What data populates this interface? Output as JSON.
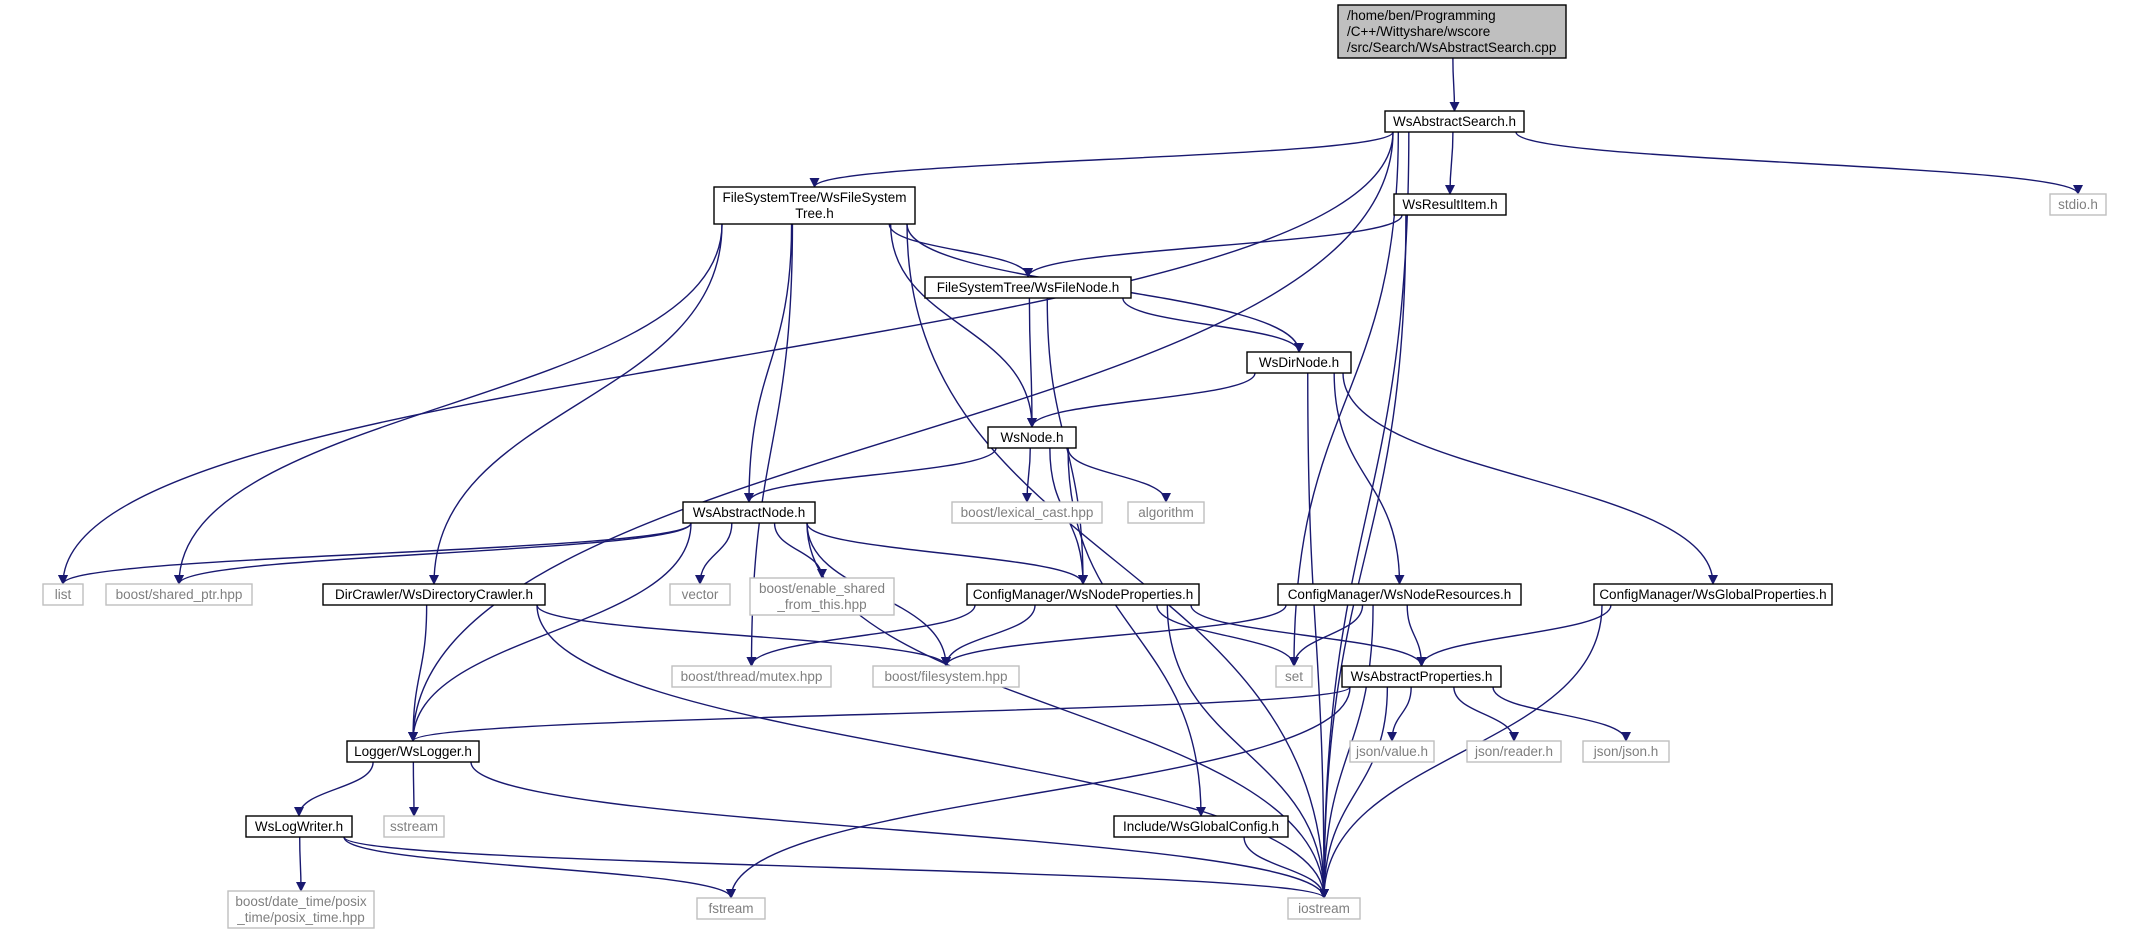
{
  "colors": {
    "edge": "#191970",
    "internal_border": "#000000",
    "external_border": "#bfbfbf",
    "root_fill": "#bfbfbf",
    "external_text": "#7f7f7f"
  },
  "nodes": [
    {
      "id": "root",
      "kind": "root",
      "lines": [
        "/home/ben/Programming",
        "/C++/Wittyshare/wscore",
        "/src/Search/WsAbstractSearch.cpp"
      ]
    },
    {
      "id": "wsabstractsearch",
      "kind": "internal",
      "lines": [
        "WsAbstractSearch.h"
      ]
    },
    {
      "id": "stdio",
      "kind": "external",
      "lines": [
        "stdio.h"
      ]
    },
    {
      "id": "wsfilesystemtree",
      "kind": "internal",
      "lines": [
        "FileSystemTree/WsFileSystem",
        "Tree.h"
      ]
    },
    {
      "id": "wsresultitem",
      "kind": "internal",
      "lines": [
        "WsResultItem.h"
      ]
    },
    {
      "id": "wsfilenode",
      "kind": "internal",
      "lines": [
        "FileSystemTree/WsFileNode.h"
      ]
    },
    {
      "id": "wsdirnode",
      "kind": "internal",
      "lines": [
        "WsDirNode.h"
      ]
    },
    {
      "id": "wsnode",
      "kind": "internal",
      "lines": [
        "WsNode.h"
      ]
    },
    {
      "id": "lexical_cast",
      "kind": "external",
      "lines": [
        "boost/lexical_cast.hpp"
      ]
    },
    {
      "id": "algorithm",
      "kind": "external",
      "lines": [
        "algorithm"
      ]
    },
    {
      "id": "wsabstractnode",
      "kind": "internal",
      "lines": [
        "WsAbstractNode.h"
      ]
    },
    {
      "id": "list",
      "kind": "external",
      "lines": [
        "list"
      ]
    },
    {
      "id": "shared_ptr",
      "kind": "external",
      "lines": [
        "boost/shared_ptr.hpp"
      ]
    },
    {
      "id": "wsdirectorycrawler",
      "kind": "internal",
      "lines": [
        "DirCrawler/WsDirectoryCrawler.h"
      ]
    },
    {
      "id": "vector",
      "kind": "external",
      "lines": [
        "vector"
      ]
    },
    {
      "id": "enable_shared",
      "kind": "external",
      "lines": [
        "boost/enable_shared",
        "_from_this.hpp"
      ]
    },
    {
      "id": "wsnodeproperties",
      "kind": "internal",
      "lines": [
        "ConfigManager/WsNodeProperties.h"
      ]
    },
    {
      "id": "wsnoderesources",
      "kind": "internal",
      "lines": [
        "ConfigManager/WsNodeResources.h"
      ]
    },
    {
      "id": "wsglobalproperties",
      "kind": "internal",
      "lines": [
        "ConfigManager/WsGlobalProperties.h"
      ]
    },
    {
      "id": "mutex",
      "kind": "external",
      "lines": [
        "boost/thread/mutex.hpp"
      ]
    },
    {
      "id": "filesystem",
      "kind": "external",
      "lines": [
        "boost/filesystem.hpp"
      ]
    },
    {
      "id": "set",
      "kind": "external",
      "lines": [
        "set"
      ]
    },
    {
      "id": "wsabstractproperties",
      "kind": "internal",
      "lines": [
        "WsAbstractProperties.h"
      ]
    },
    {
      "id": "wslogger",
      "kind": "internal",
      "lines": [
        "Logger/WsLogger.h"
      ]
    },
    {
      "id": "json_value",
      "kind": "external",
      "lines": [
        "json/value.h"
      ]
    },
    {
      "id": "json_reader",
      "kind": "external",
      "lines": [
        "json/reader.h"
      ]
    },
    {
      "id": "json_json",
      "kind": "external",
      "lines": [
        "json/json.h"
      ]
    },
    {
      "id": "sstream",
      "kind": "external",
      "lines": [
        "sstream"
      ]
    },
    {
      "id": "wslogwriter",
      "kind": "internal",
      "lines": [
        "WsLogWriter.h"
      ]
    },
    {
      "id": "wsglobalconfig",
      "kind": "internal",
      "lines": [
        "Include/WsGlobalConfig.h"
      ]
    },
    {
      "id": "posix_time",
      "kind": "external",
      "lines": [
        "boost/date_time/posix",
        "_time/posix_time.hpp"
      ]
    },
    {
      "id": "fstream",
      "kind": "external",
      "lines": [
        "fstream"
      ]
    },
    {
      "id": "iostream",
      "kind": "external",
      "lines": [
        "iostream"
      ]
    }
  ],
  "edges": [
    [
      "root",
      "wsabstractsearch"
    ],
    [
      "wsabstractsearch",
      "wsfilesystemtree"
    ],
    [
      "wsabstractsearch",
      "wsresultitem"
    ],
    [
      "wsabstractsearch",
      "stdio"
    ],
    [
      "wsabstractsearch",
      "list"
    ],
    [
      "wsabstractsearch",
      "wslogger"
    ],
    [
      "wsabstractsearch",
      "set"
    ],
    [
      "wsabstractsearch",
      "iostream"
    ],
    [
      "wsfilesystemtree",
      "wsfilenode"
    ],
    [
      "wsfilesystemtree",
      "wsdirnode"
    ],
    [
      "wsfilesystemtree",
      "wsnode"
    ],
    [
      "wsfilesystemtree",
      "wsabstractnode"
    ],
    [
      "wsfilesystemtree",
      "shared_ptr"
    ],
    [
      "wsfilesystemtree",
      "wsdirectorycrawler"
    ],
    [
      "wsfilesystemtree",
      "mutex"
    ],
    [
      "wsfilesystemtree",
      "iostream"
    ],
    [
      "wsresultitem",
      "wsfilenode"
    ],
    [
      "wsresultitem",
      "iostream"
    ],
    [
      "wsfilenode",
      "wsnode"
    ],
    [
      "wsfilenode",
      "wsdirnode"
    ],
    [
      "wsfilenode",
      "wsnodeproperties"
    ],
    [
      "wsdirnode",
      "wsnode"
    ],
    [
      "wsdirnode",
      "wsnoderesources"
    ],
    [
      "wsdirnode",
      "wsglobalproperties"
    ],
    [
      "wsdirnode",
      "iostream"
    ],
    [
      "wsnode",
      "wsabstractnode"
    ],
    [
      "wsnode",
      "lexical_cast"
    ],
    [
      "wsnode",
      "algorithm"
    ],
    [
      "wsnode",
      "wsnodeproperties"
    ],
    [
      "wsnode",
      "wsglobalconfig"
    ],
    [
      "wsabstractnode",
      "list"
    ],
    [
      "wsabstractnode",
      "shared_ptr"
    ],
    [
      "wsabstractnode",
      "vector"
    ],
    [
      "wsabstractnode",
      "enable_shared"
    ],
    [
      "wsabstractnode",
      "wsnodeproperties"
    ],
    [
      "wsabstractnode",
      "filesystem"
    ],
    [
      "wsabstractnode",
      "wslogger"
    ],
    [
      "wsabstractnode",
      "iostream"
    ],
    [
      "wsdirectorycrawler",
      "filesystem"
    ],
    [
      "wsdirectorycrawler",
      "wslogger"
    ],
    [
      "wsdirectorycrawler",
      "iostream"
    ],
    [
      "wsnodeproperties",
      "mutex"
    ],
    [
      "wsnodeproperties",
      "filesystem"
    ],
    [
      "wsnodeproperties",
      "set"
    ],
    [
      "wsnodeproperties",
      "wsabstractproperties"
    ],
    [
      "wsnodeproperties",
      "iostream"
    ],
    [
      "wsnoderesources",
      "filesystem"
    ],
    [
      "wsnoderesources",
      "set"
    ],
    [
      "wsnoderesources",
      "wsabstractproperties"
    ],
    [
      "wsnoderesources",
      "iostream"
    ],
    [
      "wsglobalproperties",
      "wsabstractproperties"
    ],
    [
      "wsglobalproperties",
      "iostream"
    ],
    [
      "wsabstractproperties",
      "wslogger"
    ],
    [
      "wsabstractproperties",
      "json_value"
    ],
    [
      "wsabstractproperties",
      "json_reader"
    ],
    [
      "wsabstractproperties",
      "json_json"
    ],
    [
      "wsabstractproperties",
      "fstream"
    ],
    [
      "wsabstractproperties",
      "iostream"
    ],
    [
      "wslogger",
      "wslogwriter"
    ],
    [
      "wslogger",
      "sstream"
    ],
    [
      "wslogger",
      "iostream"
    ],
    [
      "wslogwriter",
      "posix_time"
    ],
    [
      "wslogwriter",
      "fstream"
    ],
    [
      "wslogwriter",
      "iostream"
    ],
    [
      "wsglobalconfig",
      "iostream"
    ]
  ]
}
